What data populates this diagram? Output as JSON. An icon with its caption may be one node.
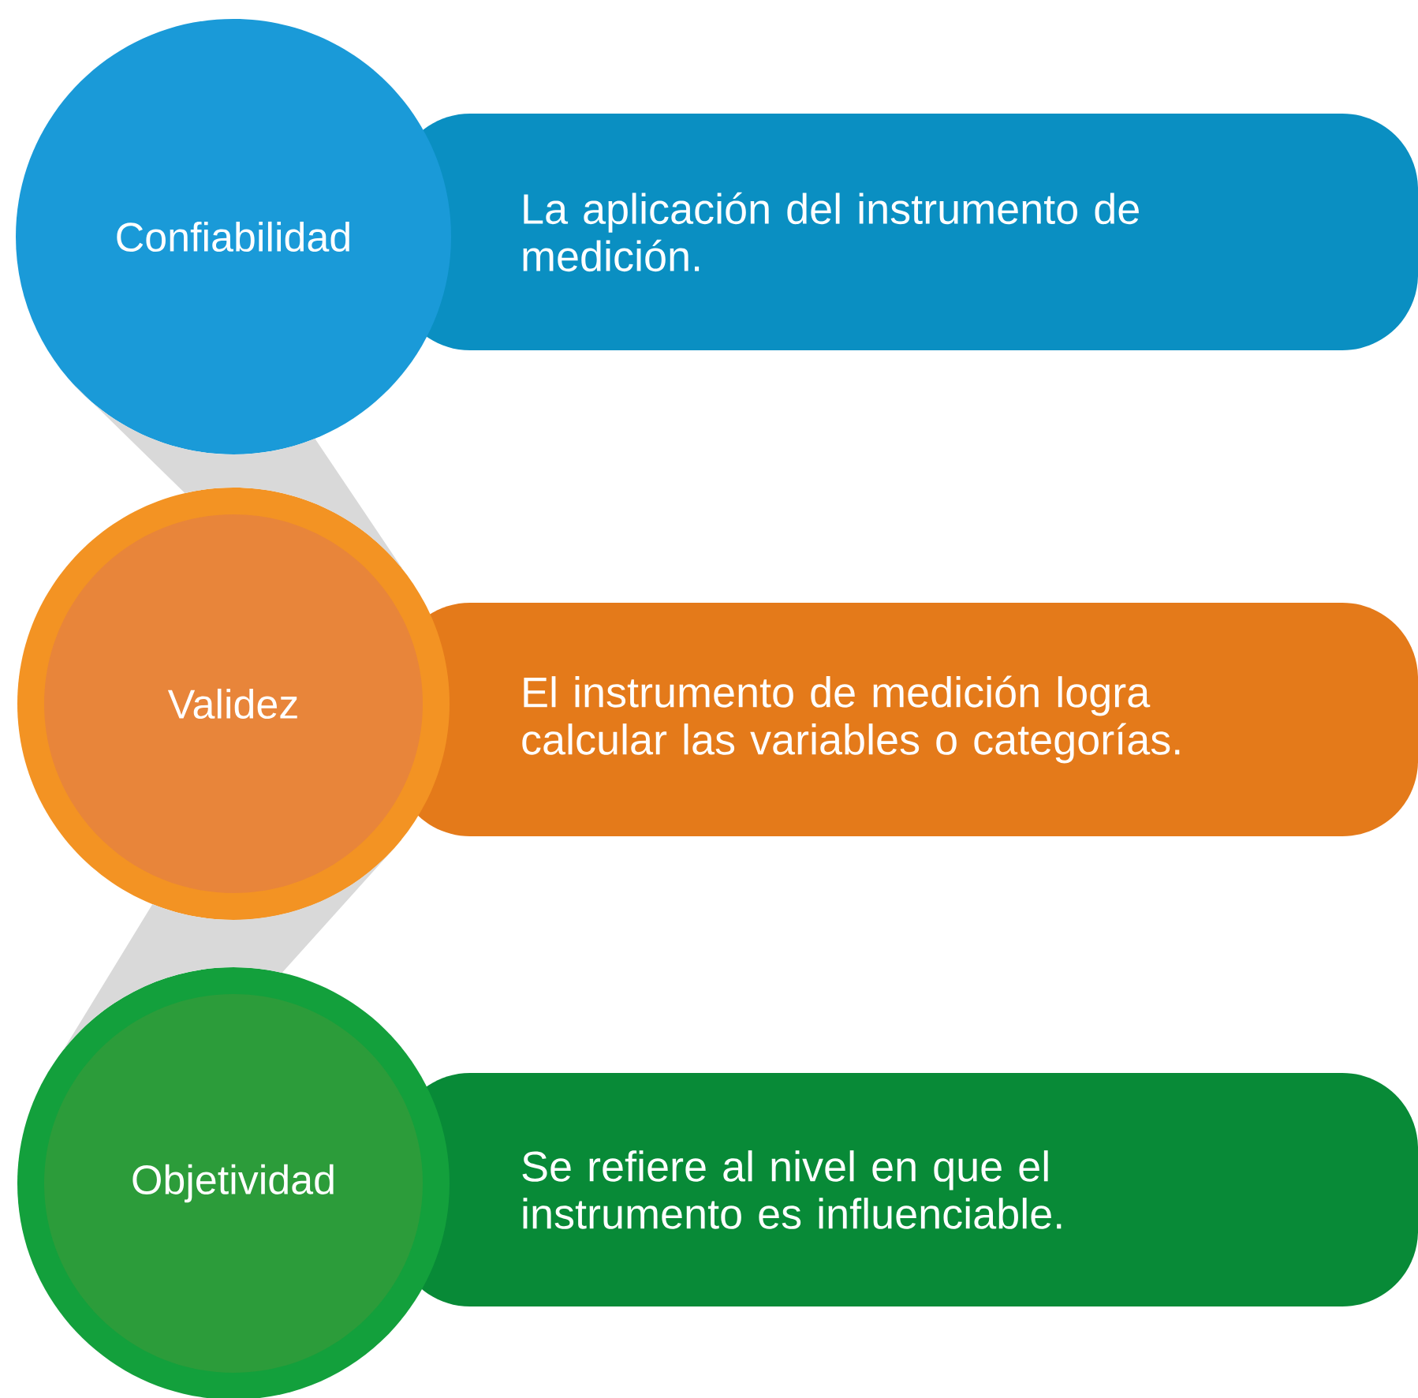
{
  "diagram": {
    "nodes": [
      {
        "text": [
          "Confiabilidad"
        ]
      },
      {
        "text": [
          "La aplicación del instrumento de medición."
        ]
      },
      {
        "text": [
          "Validez"
        ]
      },
      {
        "text": [
          "El instrumento de medición logra calcular las variables o categorías."
        ]
      },
      {
        "text": [
          "Objetividad"
        ]
      },
      {
        "text": [
          "Se refiere al nivel en que el instrumento es influenciable."
        ]
      }
    ],
    "edges": [
      {
        "from": 0,
        "to": 2,
        "arrow": "none"
      },
      {
        "from": 2,
        "to": 4,
        "arrow": "none"
      }
    ]
  }
}
